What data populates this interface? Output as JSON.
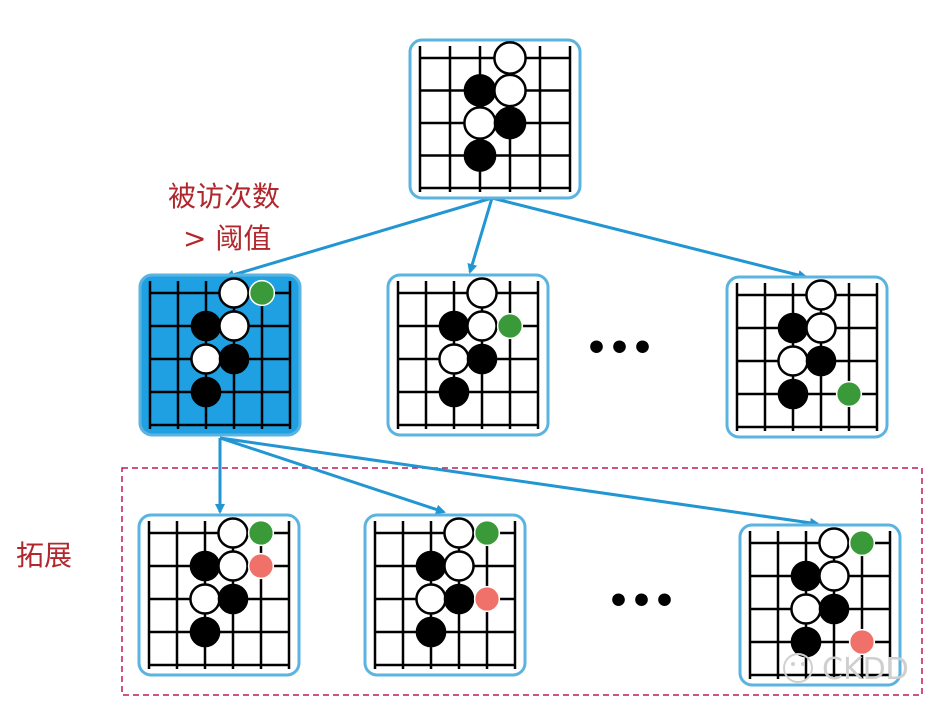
{
  "labels": {
    "visit_line1": "被访次数",
    "visit_line2": "> 阈值",
    "expand": "拓展",
    "ellipsis": "•••",
    "watermark": "CKDD"
  },
  "colors": {
    "board_border": "#5bb4e0",
    "selected_fill": "#1fa0e3",
    "arrow": "#2196d3",
    "dashed_box": "#c2185b",
    "green_stone": "#3a9a3a",
    "red_stone": "#f0706a",
    "label_red": "#b0282d"
  },
  "boards": [
    {
      "id": "root",
      "selected": false,
      "stones": [
        [
          "W",
          2,
          0
        ],
        [
          "B",
          1,
          1
        ],
        [
          "W",
          2,
          1
        ],
        [
          "W",
          1,
          2
        ],
        [
          "B",
          2,
          2
        ],
        [
          "B",
          1,
          3
        ]
      ]
    },
    {
      "id": "child-1",
      "selected": true,
      "stones": [
        [
          "W",
          2,
          0
        ],
        [
          "B",
          1,
          1
        ],
        [
          "W",
          2,
          1
        ],
        [
          "W",
          1,
          2
        ],
        [
          "B",
          2,
          2
        ],
        [
          "B",
          1,
          3
        ],
        [
          "G",
          3,
          0
        ]
      ]
    },
    {
      "id": "child-2",
      "selected": false,
      "stones": [
        [
          "W",
          2,
          0
        ],
        [
          "B",
          1,
          1
        ],
        [
          "W",
          2,
          1
        ],
        [
          "W",
          1,
          2
        ],
        [
          "B",
          2,
          2
        ],
        [
          "B",
          1,
          3
        ],
        [
          "G",
          3,
          1
        ]
      ]
    },
    {
      "id": "child-n",
      "selected": false,
      "stones": [
        [
          "W",
          2,
          0
        ],
        [
          "B",
          1,
          1
        ],
        [
          "W",
          2,
          1
        ],
        [
          "W",
          1,
          2
        ],
        [
          "B",
          2,
          2
        ],
        [
          "B",
          1,
          3
        ],
        [
          "G",
          3,
          3
        ]
      ]
    },
    {
      "id": "expand-1",
      "selected": false,
      "stones": [
        [
          "W",
          2,
          0
        ],
        [
          "B",
          1,
          1
        ],
        [
          "W",
          2,
          1
        ],
        [
          "W",
          1,
          2
        ],
        [
          "B",
          2,
          2
        ],
        [
          "B",
          1,
          3
        ],
        [
          "G",
          3,
          0
        ],
        [
          "R",
          3,
          1
        ]
      ]
    },
    {
      "id": "expand-2",
      "selected": false,
      "stones": [
        [
          "W",
          2,
          0
        ],
        [
          "B",
          1,
          1
        ],
        [
          "W",
          2,
          1
        ],
        [
          "W",
          1,
          2
        ],
        [
          "B",
          2,
          2
        ],
        [
          "B",
          1,
          3
        ],
        [
          "G",
          3,
          0
        ],
        [
          "R",
          3,
          2
        ]
      ]
    },
    {
      "id": "expand-n",
      "selected": false,
      "stones": [
        [
          "W",
          2,
          0
        ],
        [
          "B",
          1,
          1
        ],
        [
          "W",
          2,
          1
        ],
        [
          "W",
          1,
          2
        ],
        [
          "B",
          2,
          2
        ],
        [
          "B",
          1,
          3
        ],
        [
          "G",
          3,
          0
        ],
        [
          "R",
          3,
          3
        ]
      ]
    }
  ]
}
